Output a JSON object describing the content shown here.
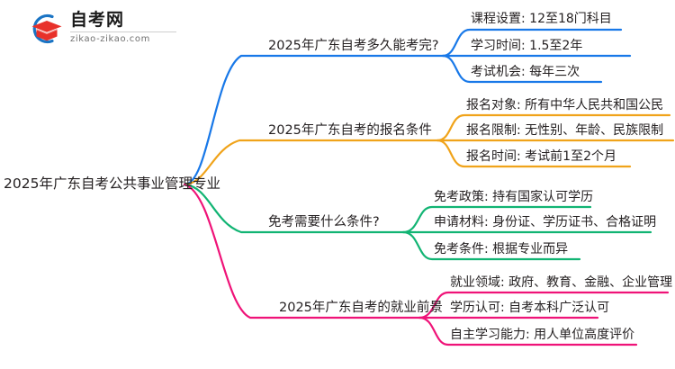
{
  "logo": {
    "name_cn": "自考网",
    "domain": "zikao-zikao.com",
    "mark_name": "graduation-cap-logo",
    "colors": {
      "arc": "#1a74c4",
      "cap": "#e8312a"
    }
  },
  "mindmap": {
    "root": {
      "label": "2025年广东自考公共事业管理专业"
    },
    "branches": [
      {
        "label": "2025年广东自考多久能考完?",
        "color": "#1878e8",
        "children": [
          {
            "label": "课程设置: 12至18门科目"
          },
          {
            "label": "学习时间: 1.5至2年"
          },
          {
            "label": "考试机会: 每年三次"
          }
        ]
      },
      {
        "label": "2025年广东自考的报名条件",
        "color": "#f0a31a",
        "children": [
          {
            "label": "报名对象: 所有中华人民共和国公民"
          },
          {
            "label": "报名限制: 无性别、年龄、民族限制"
          },
          {
            "label": "报名时间: 考试前1至2个月"
          }
        ]
      },
      {
        "label": "免考需要什么条件?",
        "color": "#11b473",
        "children": [
          {
            "label": "免考政策: 持有国家认可学历"
          },
          {
            "label": "申请材料: 身份证、学历证书、合格证明"
          },
          {
            "label": "免考条件: 根据专业而异"
          }
        ]
      },
      {
        "label": "2025年广东自考的就业前景",
        "color": "#ef1378",
        "children": [
          {
            "label": "就业领域: 政府、教育、金融、企业管理"
          },
          {
            "label": "学历认可: 自考本科广泛认可"
          },
          {
            "label": "自主学习能力: 用人单位高度评价"
          }
        ]
      }
    ]
  }
}
